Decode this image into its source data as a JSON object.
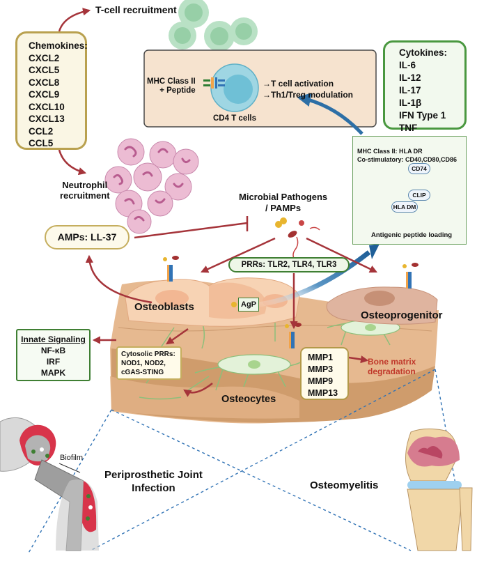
{
  "chemokines": {
    "title": "Chemokines:",
    "items": [
      "CXCL2",
      "CXCL5",
      "CXCL8",
      "CXCL9",
      "CXCL10",
      "CXCL13",
      "CCL2",
      "CCL5"
    ]
  },
  "tcell_recruitment": "T-cell recruitment",
  "neutrophil_recruitment": [
    "Neutrophil",
    "recruitment"
  ],
  "tcell_panel": {
    "mhc_label": [
      "MHC Class II",
      "+ Peptide"
    ],
    "effects": [
      "→T cell activation",
      "→Th1/Treg modulation"
    ],
    "cell_label": "CD4 T cells"
  },
  "cytokines": {
    "title": "Cytokines:",
    "items": [
      "IL-6",
      "IL-12",
      "IL-17",
      "IL-1β",
      "IFN Type 1",
      "TNF"
    ]
  },
  "antigen_presentation": {
    "line1": "MHC Class II: HLA DR",
    "line2": "Co-stimulatory: CD40,CD80,CD86",
    "cd74": "CD74",
    "clip": "CLIP",
    "hla_dm": "HLA DM",
    "loading": "Antigenic peptide loading"
  },
  "pathogens_label": [
    "Microbial Pathogens",
    "/ PAMPs"
  ],
  "amps": "AMPs: LL-37",
  "prrs": "PRRs: TLR2, TLR4, TLR3",
  "osteoblasts": "Osteoblasts",
  "agp": "AgP",
  "osteoprogenitor": "Osteoprogenitor",
  "innate": {
    "title": "Innate Signaling",
    "items": [
      "NF-κB",
      "IRF",
      "MAPK"
    ]
  },
  "cytosolic": [
    "Cytosolic PRRs:",
    "NOD1, NOD2,",
    "cGAS-STING"
  ],
  "mmps": [
    "MMP1",
    "MMP3",
    "MMP9",
    "MMP13"
  ],
  "bone_matrix": [
    "Bone matrix",
    "degradation"
  ],
  "osteocytes": "Osteocytes",
  "biofilm": "Biofilm",
  "pji": [
    "Periprosthetic Joint",
    "Infection"
  ],
  "osteomyelitis": "Osteomyelitis",
  "colors": {
    "arrow_red": "#a5343a",
    "arrow_blue": "#2d6fa6",
    "chemokine_border": "#b9a14f",
    "cytokine_border": "#4a9840",
    "bone_matrix_text": "#c0392b"
  }
}
